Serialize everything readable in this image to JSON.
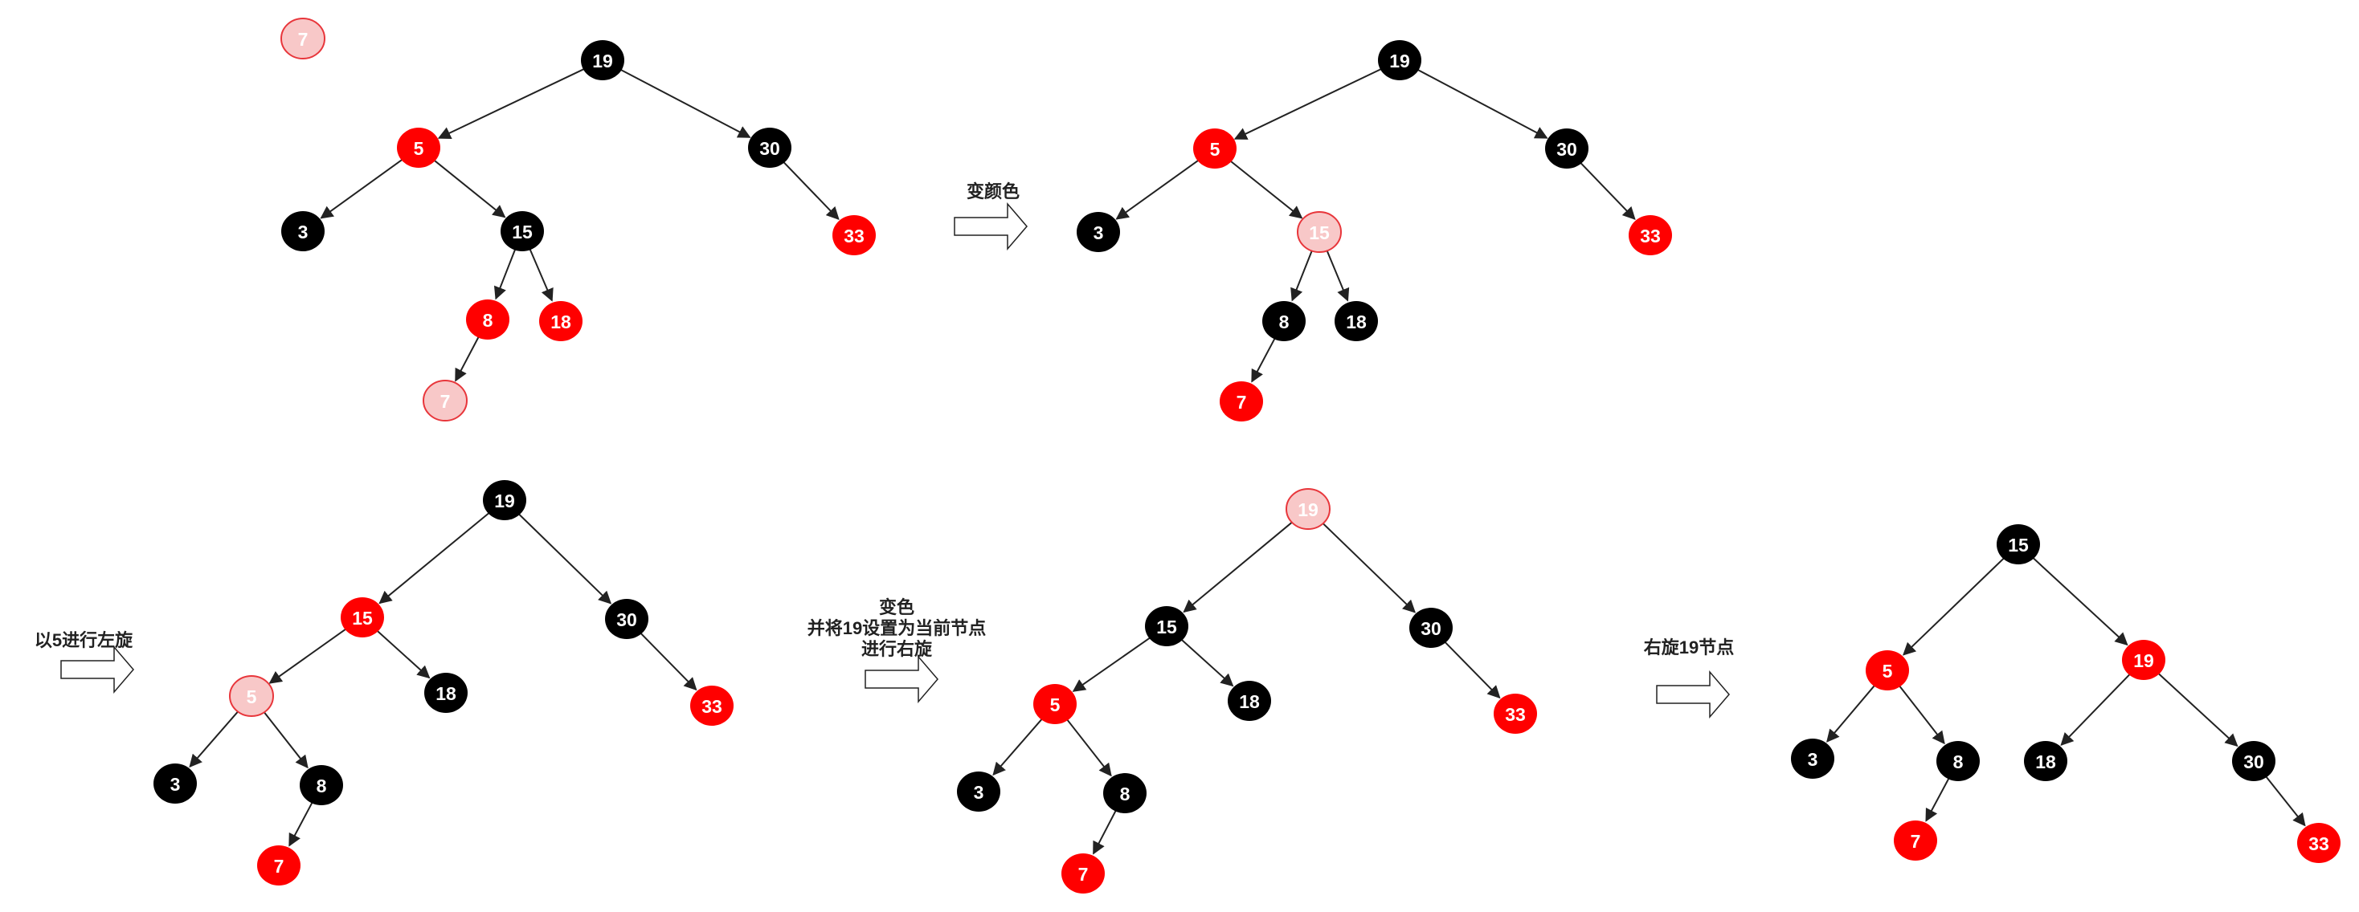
{
  "colors": {
    "black_node": "#000000",
    "red_node": "#ff0000",
    "pending_fill": "#f8c8c8",
    "pending_stroke": "#e8363b",
    "edge": "#222222",
    "text_dark": "#222222",
    "node_text": "#ffffff"
  },
  "trees": [
    {
      "id": "tree-1-initial",
      "nodes": [
        {
          "id": "t1-19",
          "label": "19",
          "color": "black"
        },
        {
          "id": "t1-5",
          "label": "5",
          "color": "red"
        },
        {
          "id": "t1-30",
          "label": "30",
          "color": "black"
        },
        {
          "id": "t1-3",
          "label": "3",
          "color": "black"
        },
        {
          "id": "t1-15",
          "label": "15",
          "color": "black"
        },
        {
          "id": "t1-33",
          "label": "33",
          "color": "red"
        },
        {
          "id": "t1-8",
          "label": "8",
          "color": "red"
        },
        {
          "id": "t1-18",
          "label": "18",
          "color": "red"
        },
        {
          "id": "t1-7",
          "label": "7",
          "color": "pending"
        }
      ]
    },
    {
      "id": "tree-2-recolored",
      "nodes": [
        {
          "id": "t2-19",
          "label": "19",
          "color": "black"
        },
        {
          "id": "t2-5",
          "label": "5",
          "color": "red"
        },
        {
          "id": "t2-30",
          "label": "30",
          "color": "black"
        },
        {
          "id": "t2-3",
          "label": "3",
          "color": "black"
        },
        {
          "id": "t2-15",
          "label": "15",
          "color": "pending"
        },
        {
          "id": "t2-33",
          "label": "33",
          "color": "red"
        },
        {
          "id": "t2-8",
          "label": "8",
          "color": "black"
        },
        {
          "id": "t2-18",
          "label": "18",
          "color": "black"
        },
        {
          "id": "t2-7",
          "label": "7",
          "color": "red"
        }
      ]
    },
    {
      "id": "tree-3-left-rotated",
      "nodes": [
        {
          "id": "t3-19",
          "label": "19",
          "color": "black"
        },
        {
          "id": "t3-15",
          "label": "15",
          "color": "red"
        },
        {
          "id": "t3-30",
          "label": "30",
          "color": "black"
        },
        {
          "id": "t3-5",
          "label": "5",
          "color": "pending"
        },
        {
          "id": "t3-18",
          "label": "18",
          "color": "black"
        },
        {
          "id": "t3-33",
          "label": "33",
          "color": "red"
        },
        {
          "id": "t3-3",
          "label": "3",
          "color": "black"
        },
        {
          "id": "t3-8",
          "label": "8",
          "color": "black"
        },
        {
          "id": "t3-7",
          "label": "7",
          "color": "red"
        }
      ]
    },
    {
      "id": "tree-4-recolored",
      "nodes": [
        {
          "id": "t4-19",
          "label": "19",
          "color": "pending"
        },
        {
          "id": "t4-15",
          "label": "15",
          "color": "black"
        },
        {
          "id": "t4-30",
          "label": "30",
          "color": "black"
        },
        {
          "id": "t4-5",
          "label": "5",
          "color": "red"
        },
        {
          "id": "t4-18",
          "label": "18",
          "color": "black"
        },
        {
          "id": "t4-33",
          "label": "33",
          "color": "red"
        },
        {
          "id": "t4-3",
          "label": "3",
          "color": "black"
        },
        {
          "id": "t4-8",
          "label": "8",
          "color": "black"
        },
        {
          "id": "t4-7",
          "label": "7",
          "color": "red"
        }
      ]
    },
    {
      "id": "tree-5-right-rotated",
      "nodes": [
        {
          "id": "t5-15",
          "label": "15",
          "color": "black"
        },
        {
          "id": "t5-5",
          "label": "5",
          "color": "red"
        },
        {
          "id": "t5-19",
          "label": "19",
          "color": "red"
        },
        {
          "id": "t5-3",
          "label": "3",
          "color": "black"
        },
        {
          "id": "t5-8",
          "label": "8",
          "color": "black"
        },
        {
          "id": "t5-18",
          "label": "18",
          "color": "black"
        },
        {
          "id": "t5-30",
          "label": "30",
          "color": "black"
        },
        {
          "id": "t5-7",
          "label": "7",
          "color": "red"
        },
        {
          "id": "t5-33",
          "label": "33",
          "color": "red"
        }
      ]
    }
  ],
  "floating_node": {
    "label": "7",
    "color": "pending"
  },
  "steps": [
    {
      "id": "step-recolor",
      "lines": [
        "变颜色"
      ]
    },
    {
      "id": "step-left-rotate",
      "lines": [
        "以5进行左旋"
      ]
    },
    {
      "id": "step-recolor-rotate",
      "lines": [
        "变色",
        "并将19设置为当前节点",
        "进行右旋"
      ]
    },
    {
      "id": "step-right-rotate",
      "lines": [
        "右旋19节点"
      ]
    }
  ]
}
